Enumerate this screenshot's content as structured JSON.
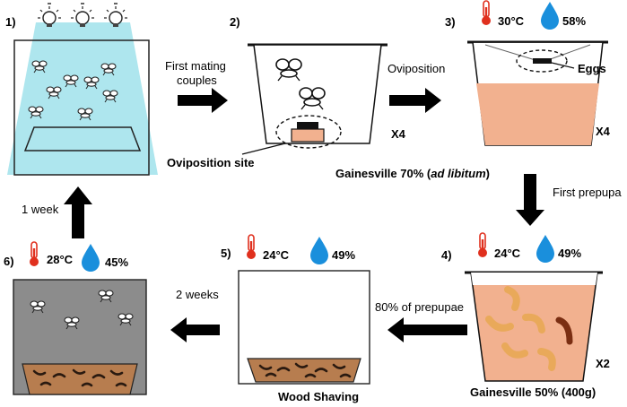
{
  "steps": {
    "s1": "1)",
    "s2": "2)",
    "s3": "3)",
    "s4": "4)",
    "s5": "5)",
    "s6": "6)"
  },
  "arrows": {
    "mating_line1": "First mating",
    "mating_line2": "couples",
    "oviposition": "Oviposition",
    "first_prepupa": "First prepupa",
    "prepupae": "80% of prepupae",
    "two_weeks": "2 weeks",
    "one_week": "1 week"
  },
  "labels": {
    "oviposition_site": "Oviposition site",
    "eggs": "Eggs",
    "gainesville70_prefix": "Gainesville 70% (",
    "gainesville70_italic": "ad libitum",
    "gainesville70_suffix": ")",
    "gainesville50": "Gainesville 50% (400g)",
    "wood_shaving": "Wood Shaving"
  },
  "multipliers": {
    "x4a": "X4",
    "x4b": "X4",
    "x2": "X2"
  },
  "conditions": {
    "s3": {
      "temp": "30°C",
      "hum": "58%"
    },
    "s4": {
      "temp": "24°C",
      "hum": "49%"
    },
    "s5": {
      "temp": "24°C",
      "hum": "49%"
    },
    "s6": {
      "temp": "28°C",
      "hum": "45%"
    }
  },
  "colors": {
    "light_cone": "#aee6ee",
    "larval_diet": "#f2b18f",
    "wood_shaving": "#b77d4f",
    "dark_cage": "#8c8c8c",
    "drop_blue": "#1a8fdc",
    "thermo_red": "#e0301e",
    "larva_orange": "#e9a95a"
  }
}
